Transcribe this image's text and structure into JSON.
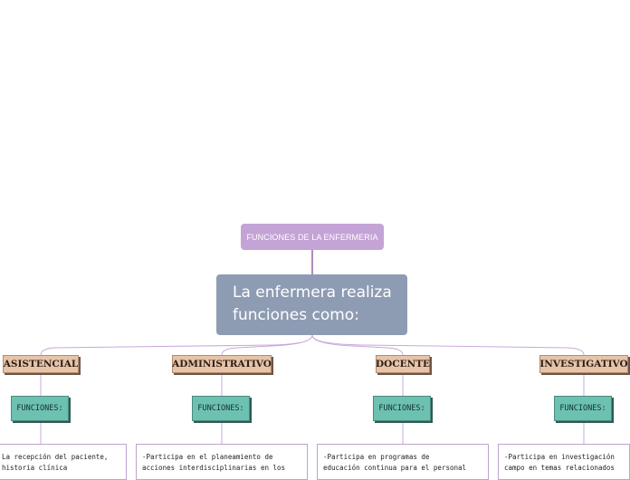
{
  "title": "FUNCIONES DE LA ENFERMERIA",
  "central": {
    "line1": "La enfermera realiza",
    "line2": "funciones como:"
  },
  "branches": [
    {
      "label": "ASISTENCIAL",
      "sub": "FUNCIONES:",
      "desc": "La recepción del paciente,\nhistoria clínica"
    },
    {
      "label": "ADMINISTRATIVO",
      "sub": "FUNCIONES:",
      "desc": "-Participa en el planeamiento de\nacciones interdisciplinarias en los"
    },
    {
      "label": "DOCENTE",
      "sub": "FUNCIONES:",
      "desc": "-Participa en programas de\neducación continua para el personal"
    },
    {
      "label": "INVESTIGATIVO",
      "sub": "FUNCIONES:",
      "desc": "-Participa en investigación\ncampo en temas relacionados"
    }
  ],
  "colors": {
    "title_bg": "#c4a3d6",
    "central_bg": "#8e9cb3",
    "branch_bg": "#e7c3a8",
    "func_bg": "#6cc1b1",
    "connector": "#c9a8dc"
  }
}
